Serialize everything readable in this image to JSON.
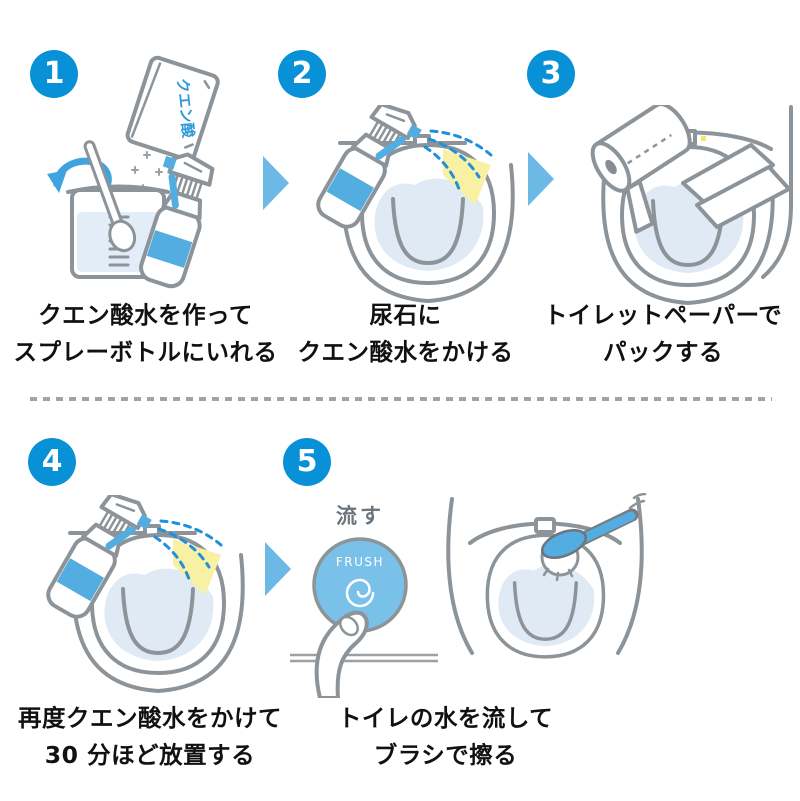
{
  "page": {
    "background": "#ffffff",
    "type": "toilet-cleaning-instructions"
  },
  "colors": {
    "step_badge_blue": "#0991d7",
    "arrow_blue": "#6cb9e6",
    "accent_blue": "#54ade0",
    "spray_dash_blue": "#1e90dc",
    "water_light_blue": "#dfeaf4",
    "stain_yellow": "#f8f1a4",
    "outline_gray": "#8d9499",
    "caption_text": "#111111",
    "flush_text_gray": "#6d757c"
  },
  "divider": {
    "style": "gray-dashed-line"
  },
  "steps": [
    {
      "number": "1",
      "lines": [
        "クエン酸水を作って",
        "スプレーボトルにいれる"
      ],
      "packet_label": "クエン酸"
    },
    {
      "number": "2",
      "lines": [
        "尿石に",
        "クエン酸水をかける"
      ]
    },
    {
      "number": "3",
      "lines": [
        "トイレットペーパーで",
        "パックする"
      ]
    },
    {
      "number": "4",
      "lines": [
        "再度クエン酸水をかけて",
        "30 分ほど放置する"
      ]
    },
    {
      "number": "5",
      "lines": [
        "トイレの水を流して",
        "ブラシで擦る"
      ],
      "flush_label": "流す",
      "button_label": "FRUSH"
    }
  ]
}
